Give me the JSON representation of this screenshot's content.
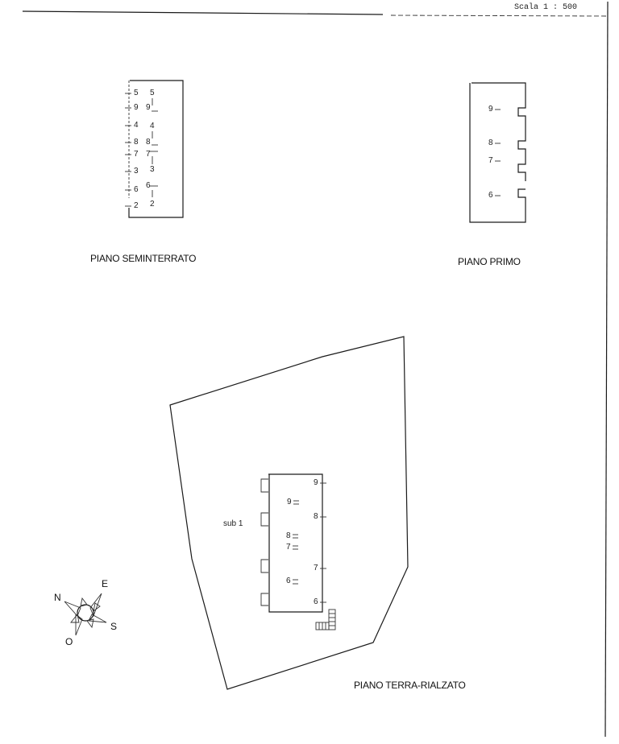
{
  "header": {
    "scale_label": "Scala 1 : 500"
  },
  "floors": {
    "seminterrato": {
      "title": "PIANO SEMINTERRATO",
      "left_markers": [
        "5",
        "9",
        "4",
        "8",
        "7",
        "3",
        "6",
        "2"
      ],
      "right_markers": [
        "5",
        "9",
        "4",
        "8",
        "7",
        "3",
        "6",
        "2"
      ]
    },
    "primo": {
      "title": "PIANO PRIMO",
      "markers": [
        "9",
        "8",
        "7",
        "6"
      ]
    },
    "terra_rialzato": {
      "title": "PIANO TERRA-RIALZATO",
      "sub_label": "sub 1",
      "inner_markers": [
        "9",
        "8",
        "7",
        "6"
      ],
      "edge_markers": [
        "9",
        "8",
        "7",
        "6"
      ]
    }
  },
  "compass": {
    "north": "N",
    "east": "E",
    "south": "S",
    "west": "O"
  },
  "colors": {
    "ink": "#1a1a1a",
    "paper": "#ffffff"
  }
}
